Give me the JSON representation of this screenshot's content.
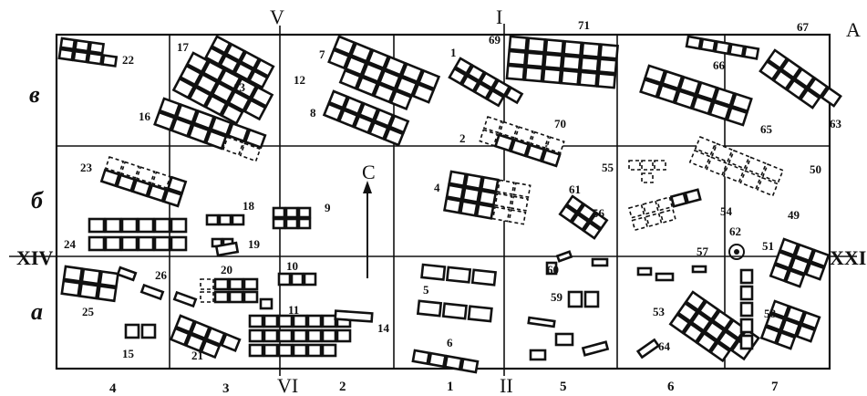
{
  "figure": {
    "corner_letter": "А",
    "roman_numerals": {
      "top_V": "V",
      "top_I": "I",
      "bottom_VI": "VI",
      "bottom_II": "II",
      "left_XIV": "XIV",
      "right_XXI": "XXI"
    },
    "row_labels": [
      "в",
      "б",
      "а"
    ],
    "column_labels": [
      "4",
      "3",
      "2",
      "1",
      "5",
      "6",
      "7"
    ],
    "north_letter": "С",
    "feature_numbers": [
      "22",
      "17",
      "12",
      "13",
      "7",
      "8",
      "16",
      "1",
      "69",
      "71",
      "2",
      "70",
      "66",
      "67",
      "65",
      "63",
      "23",
      "18",
      "9",
      "4",
      "61",
      "55",
      "56",
      "50",
      "54",
      "62",
      "49",
      "24",
      "19",
      "20",
      "10",
      "57",
      "51",
      "26",
      "60",
      "59",
      "5",
      "11",
      "14",
      "25",
      "21",
      "15",
      "6",
      "53",
      "58",
      "64"
    ]
  }
}
